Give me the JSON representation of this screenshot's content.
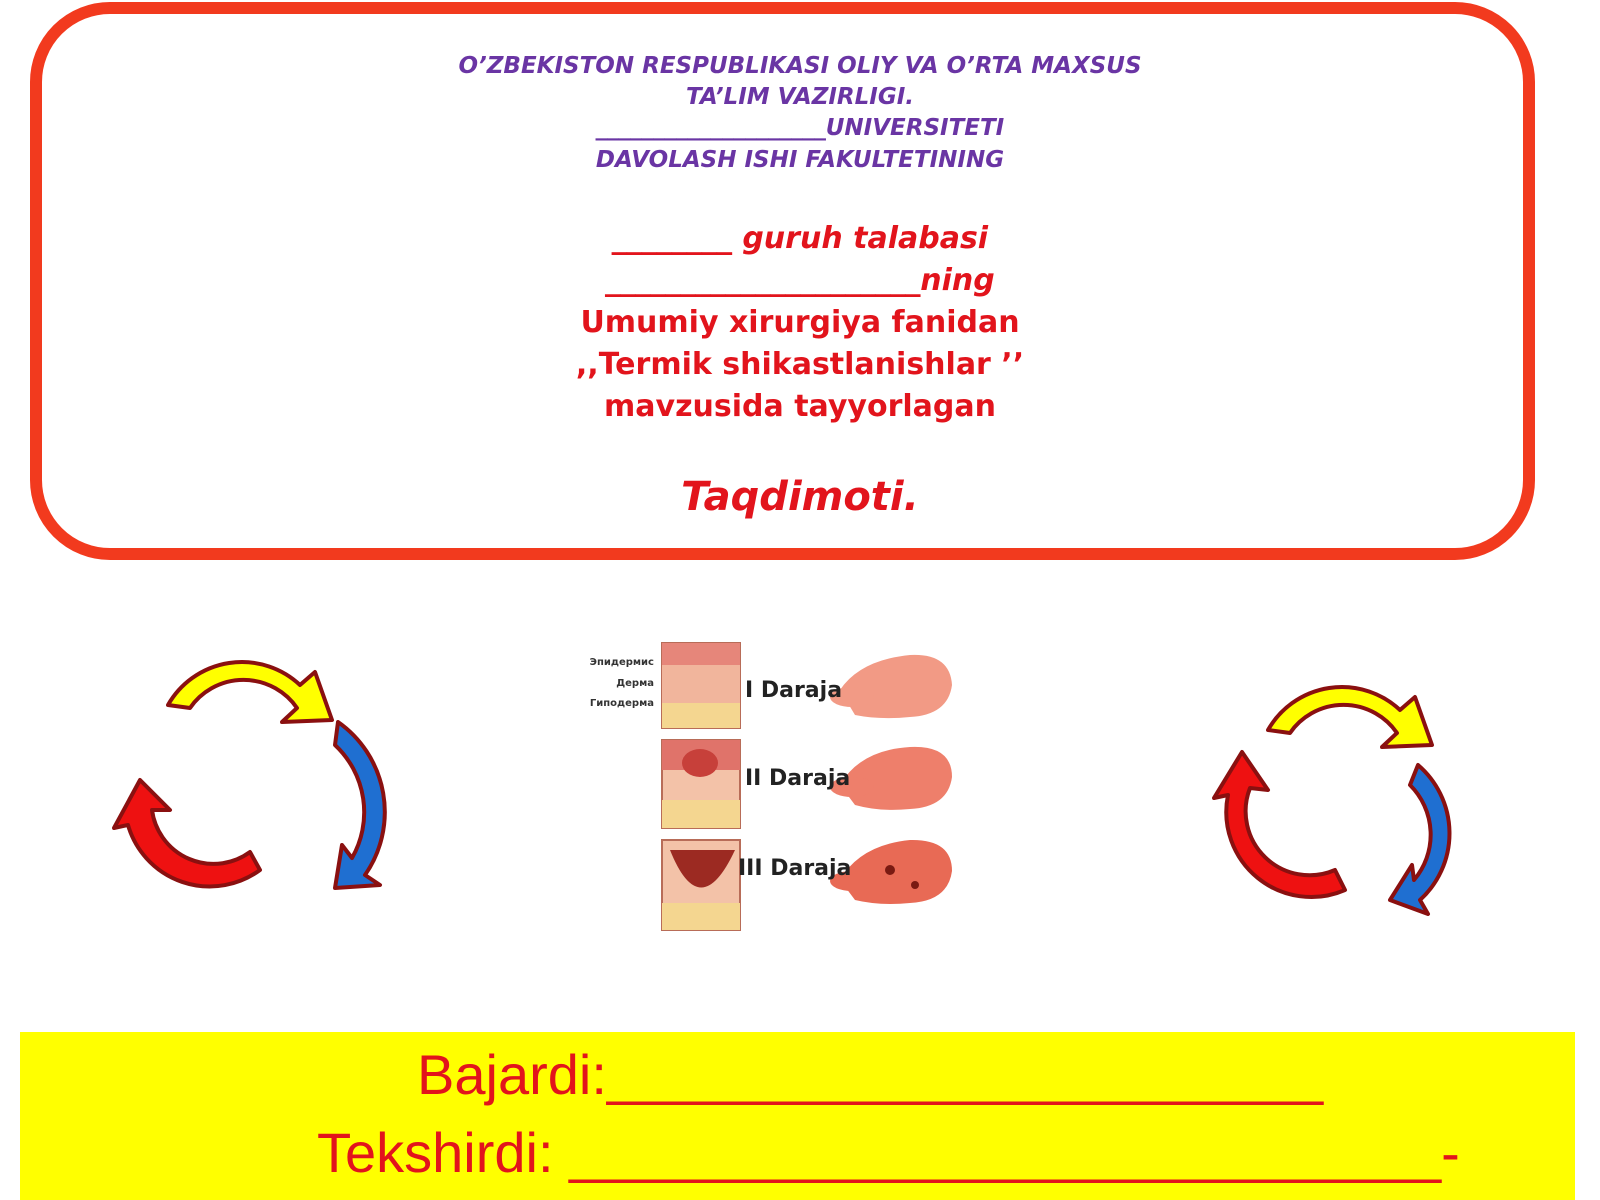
{
  "header": {
    "ministry_line1": "O’ZBEKISTON  RESPUBLIKASI  OLIY VA O’RTA  MAXSUS",
    "ministry_line2": "TA’LIM  VAZIRLIGI.",
    "university_line": "____________________UNIVERSITETI",
    "faculty_line": "DAVOLASH ISHI FAKULTETINING"
  },
  "body": {
    "group_blank": "________",
    "group_text": " guruh talabasi",
    "name_blank": "_____________________",
    "name_suffix": "ning",
    "subject_line": "Umumiy  xirurgiya  fanidan",
    "topic_line": ",,Termik shikastlanishlar ’’",
    "prepared_line": "mavzusida  tayyorlagan",
    "title": "Taqdimoti."
  },
  "illustration": {
    "layer_labels": [
      "Эпидермис",
      "Дерма",
      "Гиподерма"
    ],
    "degrees": [
      "I Daraja",
      "II Daraja",
      "III Daraja"
    ]
  },
  "footer": {
    "performed_label": "Bajardi:",
    "performed_blank": "_______________________",
    "checked_label": "Tekshirdi:",
    "checked_blank": "____________________________-"
  },
  "colors": {
    "frame": "#f23a1e",
    "header_text": "#6a35a4",
    "body_text": "#e2141c",
    "footer_bg": "#ffff00",
    "arrow_yellow": "#ffff00",
    "arrow_blue": "#1f6fd1",
    "arrow_red": "#ee1111",
    "arrow_outline": "#8a1010"
  }
}
